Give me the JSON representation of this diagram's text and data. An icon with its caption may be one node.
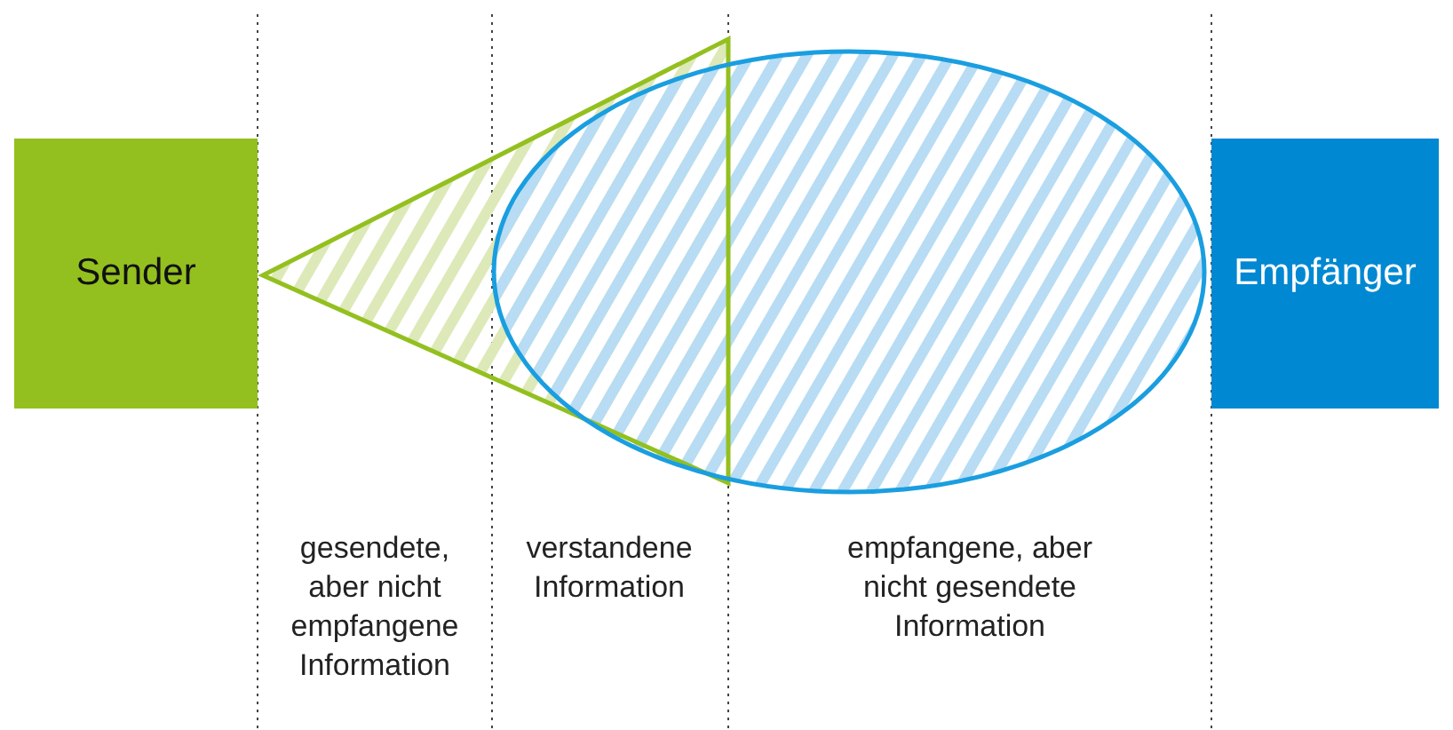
{
  "diagram": {
    "nodes": [
      {
        "text": [
          "Sender"
        ]
      },
      {
        "text": [
          "Empfänger"
        ]
      }
    ],
    "labels": [
      "gesendete, aber nicht empfangene Information",
      "verstandene Information",
      "empfangene, aber nicht gesendete Information"
    ]
  }
}
